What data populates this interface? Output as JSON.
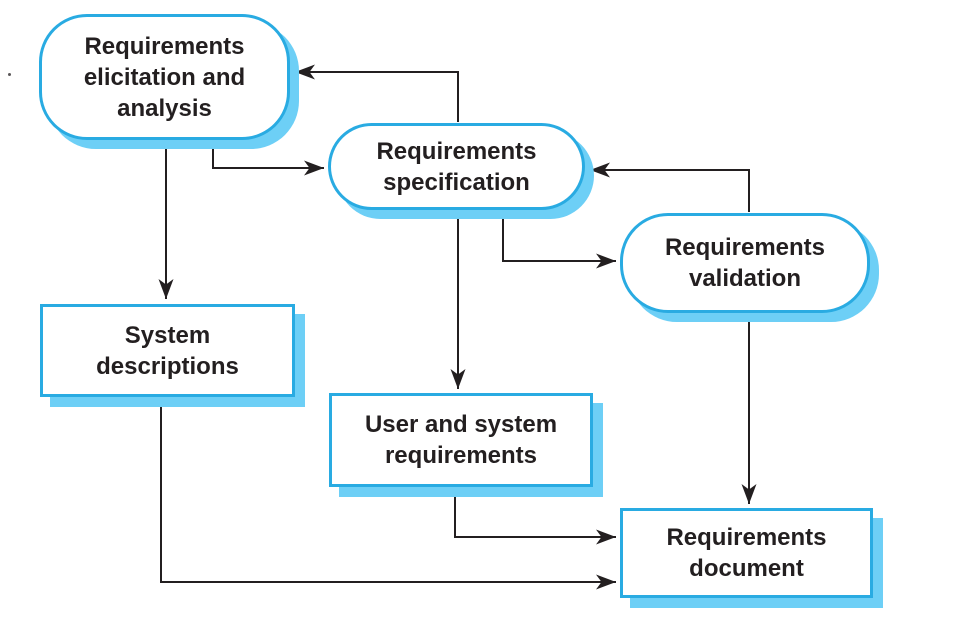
{
  "theme": {
    "accent": "#29abe2",
    "shadow": "#6dcff6",
    "ink": "#231f20",
    "bg": "#ffffff"
  },
  "nodes": {
    "elicitation": {
      "label": "Requirements\nelicitation and\nanalysis",
      "type": "activity"
    },
    "specification": {
      "label": "Requirements\nspecification",
      "type": "activity"
    },
    "validation": {
      "label": "Requirements\nvalidation",
      "type": "activity"
    },
    "system_descriptions": {
      "label": "System\ndescriptions",
      "type": "document"
    },
    "user_system_requirements": {
      "label": "User and system\nrequirements",
      "type": "document"
    },
    "requirements_document": {
      "label": "Requirements\ndocument",
      "type": "document"
    }
  },
  "edges": [
    {
      "from": "requirements-elicitation-and-analysis",
      "to": "system-descriptions"
    },
    {
      "from": "requirements-elicitation-and-analysis",
      "to": "requirements-specification"
    },
    {
      "from": "requirements-specification",
      "to": "requirements-elicitation-and-analysis"
    },
    {
      "from": "requirements-specification",
      "to": "user-and-system-requirements"
    },
    {
      "from": "requirements-specification",
      "to": "requirements-validation"
    },
    {
      "from": "requirements-validation",
      "to": "requirements-specification"
    },
    {
      "from": "requirements-validation",
      "to": "requirements-document"
    },
    {
      "from": "user-and-system-requirements",
      "to": "requirements-document"
    },
    {
      "from": "system-descriptions",
      "to": "requirements-document"
    }
  ]
}
